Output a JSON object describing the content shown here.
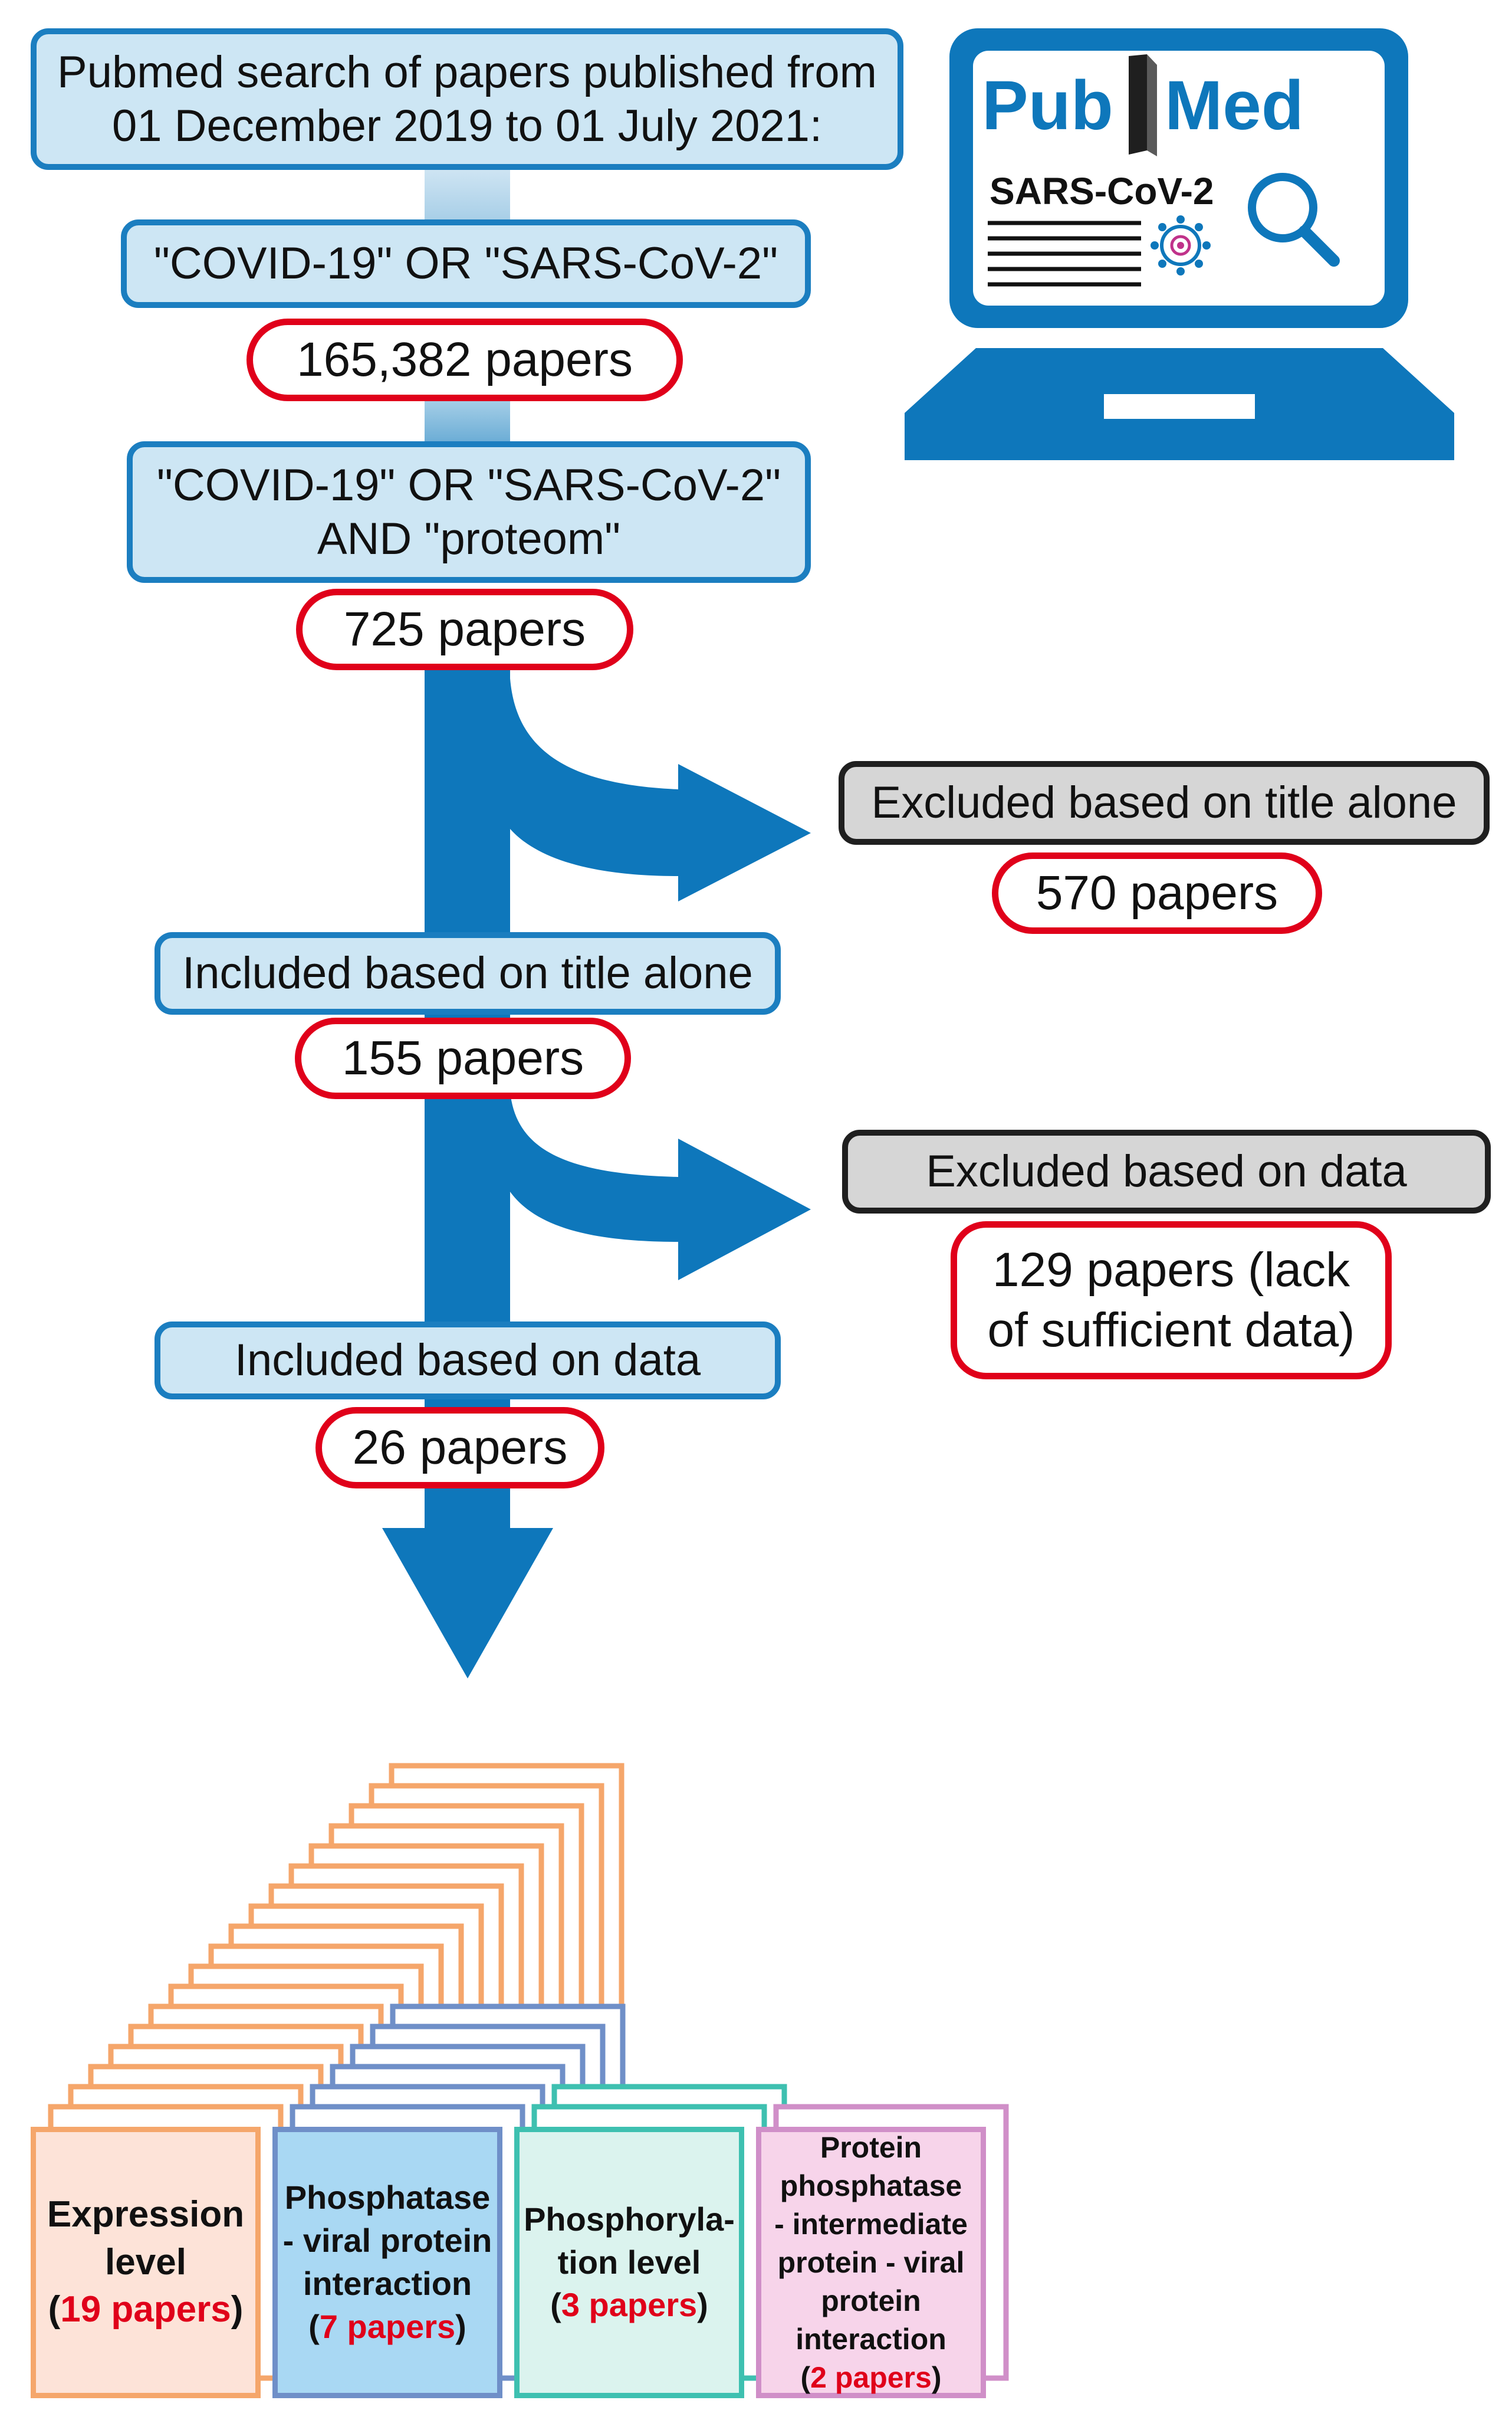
{
  "search_box": "Pubmed search of papers published from\n01 December 2019 to 01 July 2021:",
  "query1": "\"COVID-19\" OR \"SARS-CoV-2\"",
  "count1": "165,382 papers",
  "query2": "\"COVID-19\" OR \"SARS-CoV-2\"\nAND \"proteom\"",
  "count2": "725 papers",
  "excluded1": "Excluded based on title alone",
  "excluded1_count": "570 papers",
  "included1": "Included based on title alone",
  "included1_count": "155 papers",
  "excluded2": "Excluded based on data",
  "excluded2_count": "129 papers (lack\nof sufficient data)",
  "included2": "Included based on data",
  "included2_count": "26 papers",
  "laptop": {
    "logo_pub": "Pub",
    "logo_med": "Med",
    "screen_text": "SARS-CoV-2"
  },
  "categories": [
    {
      "label": "Expression\nlevel",
      "count": "19 papers",
      "fill": "#fde3d8",
      "stroke": "#f5a66b"
    },
    {
      "label": "Phosphatase\n- viral protein\ninteraction",
      "count": "7 papers",
      "fill": "#a9d8f3",
      "stroke": "#6f8fc8"
    },
    {
      "label": "Phosphoryla-\ntion level",
      "count": "3 papers",
      "fill": "#dbf3ee",
      "stroke": "#3ec0b0"
    },
    {
      "label": "Protein\nphosphatase\n- intermediate\nprotein - viral\nprotein\ninteraction",
      "count": "2 papers",
      "fill": "#f7d4ea",
      "stroke": "#d08fc8"
    }
  ],
  "colors": {
    "flow_blue": "#0e77bb",
    "box_fill": "#cde6f4",
    "box_border": "#1b7ec0",
    "count_border": "#e0001a",
    "gray_fill": "#d6d6d6"
  }
}
